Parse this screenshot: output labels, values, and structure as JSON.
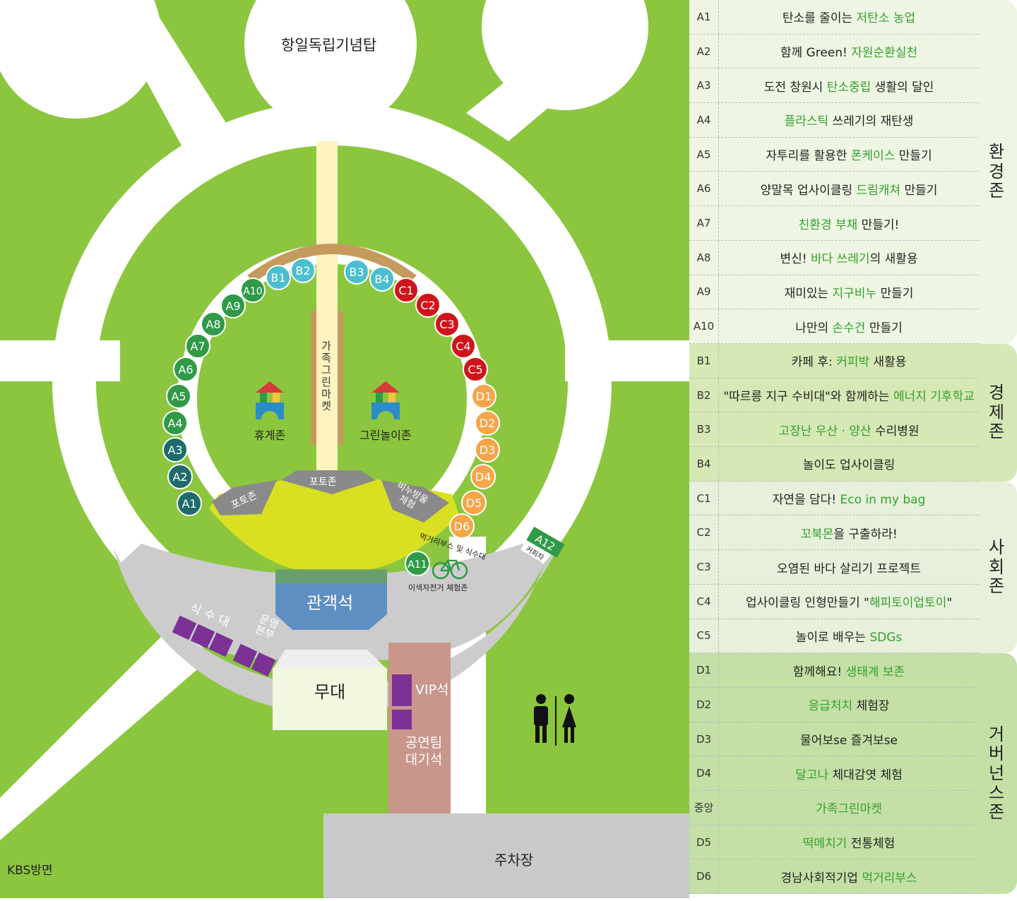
{
  "map": {
    "labels": {
      "tower": "항일독립기념탑",
      "market_vertical": "가족그린마켓",
      "rest_zone": "휴게존",
      "green_play_zone": "그린놀이존",
      "photo_zone_top": "포토존",
      "photo_zone_left": "포토존",
      "bubble_experience": "비누방울 체험",
      "food_booth": "먹거리부스 및 식수대",
      "bicycle_zone": "이색자전거 체험존",
      "coffee_car": "커피차",
      "audience": "관객석",
      "stage": "무대",
      "vip": "VIP석",
      "performer_wait": "공연팀 대기석",
      "water_station": "식수대",
      "operations": "운영본부",
      "parking": "주차장",
      "kbs": "KBS방면"
    },
    "booths": [
      {
        "code": "A1",
        "color": "#1e6b6b"
      },
      {
        "code": "A2",
        "color": "#1e6b6b"
      },
      {
        "code": "A3",
        "color": "#1e6b6b"
      },
      {
        "code": "A4",
        "color": "#2f9a48"
      },
      {
        "code": "A5",
        "color": "#2f9a48"
      },
      {
        "code": "A6",
        "color": "#2f9a48"
      },
      {
        "code": "A7",
        "color": "#2f9a48"
      },
      {
        "code": "A8",
        "color": "#2f9a48"
      },
      {
        "code": "A9",
        "color": "#2f9a48"
      },
      {
        "code": "A10",
        "color": "#2f9a48"
      },
      {
        "code": "B1",
        "color": "#4bbfd0"
      },
      {
        "code": "B2",
        "color": "#4bbfd0"
      },
      {
        "code": "B3",
        "color": "#4bbfd0"
      },
      {
        "code": "B4",
        "color": "#4bbfd0"
      },
      {
        "code": "C1",
        "color": "#d0141c"
      },
      {
        "code": "C2",
        "color": "#d0141c"
      },
      {
        "code": "C3",
        "color": "#d0141c"
      },
      {
        "code": "C4",
        "color": "#d0141c"
      },
      {
        "code": "C5",
        "color": "#d0141c"
      },
      {
        "code": "D1",
        "color": "#f5a54a"
      },
      {
        "code": "D2",
        "color": "#f5a54a"
      },
      {
        "code": "D3",
        "color": "#f5a54a"
      },
      {
        "code": "D4",
        "color": "#f5a54a"
      },
      {
        "code": "D5",
        "color": "#f5a54a"
      },
      {
        "code": "D6",
        "color": "#f5a54a"
      },
      {
        "code": "A11",
        "color": "#2f9a48"
      },
      {
        "code": "A12",
        "color": "#2f9a48"
      }
    ],
    "colors": {
      "grass": "#8cc63f",
      "path": "#ffffff",
      "plaza": "#cccccd",
      "stage_area": "#d9e021",
      "audience": "#5e8fc2",
      "vip_road": "#c8968b",
      "booth_purple": "#7b3294",
      "parking": "#c9c9c9"
    }
  },
  "legend": {
    "groups": [
      {
        "zone": "환경존",
        "bg": "#eef6e3",
        "items": [
          {
            "code": "A1",
            "parts": [
              {
                "t": "탄소를 줄이는 "
              },
              {
                "t": "저탄소 농업",
                "hl": true
              }
            ]
          },
          {
            "code": "A2",
            "parts": [
              {
                "t": "함께 Green! "
              },
              {
                "t": "자원순환실천",
                "hl": true
              }
            ]
          },
          {
            "code": "A3",
            "parts": [
              {
                "t": "도전 창원시 "
              },
              {
                "t": "탄소중립",
                "hl": true
              },
              {
                "t": " 생활의 달인"
              }
            ]
          },
          {
            "code": "A4",
            "parts": [
              {
                "t": "플라스틱",
                "hl": true
              },
              {
                "t": " 쓰레기의 재탄생"
              }
            ]
          },
          {
            "code": "A5",
            "parts": [
              {
                "t": "자투리를 활용한 "
              },
              {
                "t": "폰케이스",
                "hl": true
              },
              {
                "t": " 만들기"
              }
            ]
          },
          {
            "code": "A6",
            "parts": [
              {
                "t": "양말목 업사이클링 "
              },
              {
                "t": "드림캐쳐",
                "hl": true
              },
              {
                "t": " 만들기"
              }
            ]
          },
          {
            "code": "A7",
            "parts": [
              {
                "t": "친환경 부채",
                "hl": true
              },
              {
                "t": " 만들기!"
              }
            ]
          },
          {
            "code": "A8",
            "parts": [
              {
                "t": "변신! "
              },
              {
                "t": "바다 쓰레기",
                "hl": true
              },
              {
                "t": "의 새활용"
              }
            ]
          },
          {
            "code": "A9",
            "parts": [
              {
                "t": "재미있는 "
              },
              {
                "t": "지구비누",
                "hl": true
              },
              {
                "t": " 만들기"
              }
            ]
          },
          {
            "code": "A10",
            "parts": [
              {
                "t": "나만의 "
              },
              {
                "t": "손수건",
                "hl": true
              },
              {
                "t": " 만들기"
              }
            ]
          }
        ]
      },
      {
        "zone": "경제존",
        "bg": "#d6e8b5",
        "items": [
          {
            "code": "B1",
            "parts": [
              {
                "t": "카페 후: "
              },
              {
                "t": "커피박",
                "hl": true
              },
              {
                "t": " 새활용"
              }
            ]
          },
          {
            "code": "B2",
            "parts": [
              {
                "t": "\"따르릉 지구 수비대\"와 함께하는 "
              },
              {
                "t": "에너지 기후학교",
                "hl": true
              }
            ]
          },
          {
            "code": "B3",
            "parts": [
              {
                "t": "고장난 우산 · 양산",
                "hl": true
              },
              {
                "t": " 수리병원"
              }
            ]
          },
          {
            "code": "B4",
            "parts": [
              {
                "t": "놀이도 업사이클링"
              }
            ]
          }
        ]
      },
      {
        "zone": "사회존",
        "bg": "#e6f0da",
        "items": [
          {
            "code": "C1",
            "parts": [
              {
                "t": "자연을 담다! "
              },
              {
                "t": "Eco in my bag",
                "hl": true
              }
            ]
          },
          {
            "code": "C2",
            "parts": [
              {
                "t": "꼬북몬",
                "hl": true
              },
              {
                "t": "을 구출하라!"
              }
            ]
          },
          {
            "code": "C3",
            "parts": [
              {
                "t": "오염된 바다 살리기 프로젝트"
              }
            ]
          },
          {
            "code": "C4",
            "parts": [
              {
                "t": "업사이클링 인형만들기 \""
              },
              {
                "t": "해피토이업토이",
                "hl": true
              },
              {
                "t": "\""
              }
            ]
          },
          {
            "code": "C5",
            "parts": [
              {
                "t": "놀이로 배우는 "
              },
              {
                "t": "SDGs",
                "hl": true
              }
            ]
          }
        ]
      },
      {
        "zone": "거버넌스존",
        "bg": "#c4e0a6",
        "items": [
          {
            "code": "D1",
            "parts": [
              {
                "t": "함께해요! "
              },
              {
                "t": "생태계 보존",
                "hl": true
              }
            ]
          },
          {
            "code": "D2",
            "parts": [
              {
                "t": "응급처치",
                "hl": true
              },
              {
                "t": " 체험장"
              }
            ]
          },
          {
            "code": "D3",
            "parts": [
              {
                "t": "물어보se 즐겨보se"
              }
            ]
          },
          {
            "code": "D4",
            "parts": [
              {
                "t": "달고나",
                "hl": true
              },
              {
                "t": " 체대감엿 체험"
              }
            ]
          },
          {
            "code": "중앙",
            "parts": [
              {
                "t": "가족그린마켓",
                "hl": true
              }
            ]
          },
          {
            "code": "D5",
            "parts": [
              {
                "t": "떡메치기",
                "hl": true
              },
              {
                "t": " 전통체험"
              }
            ]
          },
          {
            "code": "D6",
            "parts": [
              {
                "t": "경남사회적기업 "
              },
              {
                "t": "먹거리부스",
                "hl": true
              }
            ]
          }
        ]
      }
    ]
  }
}
